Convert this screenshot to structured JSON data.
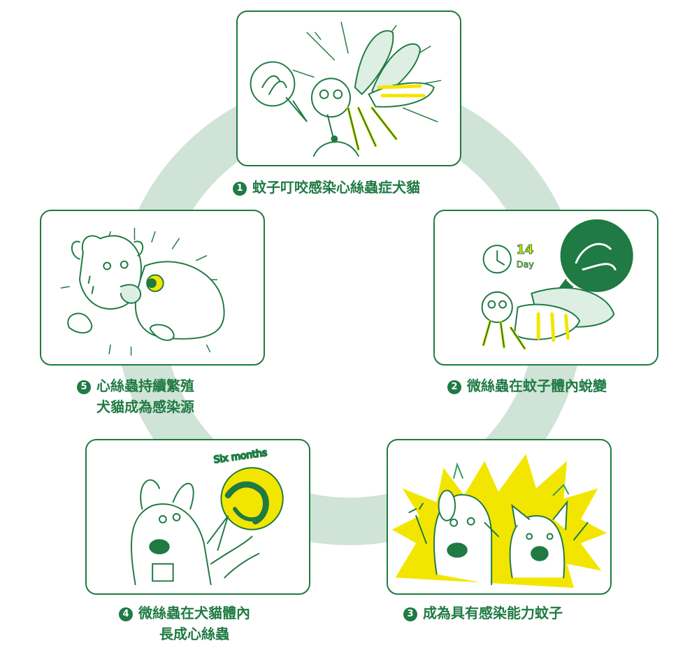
{
  "steps": [
    {
      "number": "1",
      "title": "蚊子叮咬感染心絲蟲症犬貓",
      "icon": "mosquito-biting-icon"
    },
    {
      "number": "2",
      "title": "微絲蟲在蚊子體內蛻變",
      "icon": "mosquito-clock-icon",
      "clock_label": "14",
      "day_label": "Day"
    },
    {
      "number": "3",
      "title": "成為具有感染能力蚊子",
      "icon": "dog-cat-scared-icon"
    },
    {
      "number": "4",
      "line1": "微絲蟲在犬貓體內",
      "line2": "長成心絲蟲",
      "icon": "dog-heart-worm-icon",
      "month_label": "Six months"
    },
    {
      "number": "5",
      "line1": "心絲蟲持續繁殖",
      "line2": "犬貓成為感染源",
      "icon": "sick-dog-icon"
    }
  ],
  "colors": {
    "primary": "#1f7a43",
    "ring": "#cfe3d6",
    "accent": "#f2e600",
    "light_green": "#dcefe2"
  }
}
